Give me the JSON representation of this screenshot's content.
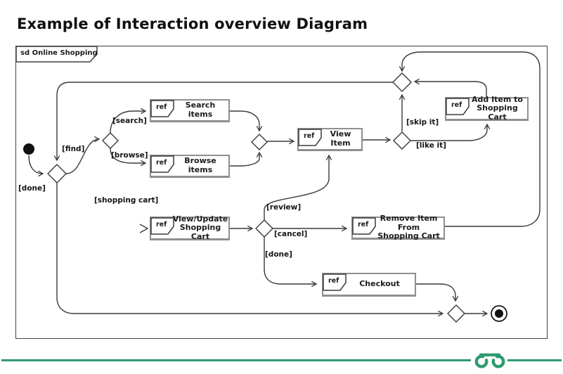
{
  "page": {
    "title": "Example of Interaction overview Diagram"
  },
  "frame": {
    "label": "sd Online Shopping"
  },
  "diagram": {
    "ref_keyword": "ref",
    "activities": [
      {
        "id": "search-items",
        "label": "Search items"
      },
      {
        "id": "browse-items",
        "label": "Browse items"
      },
      {
        "id": "view-item",
        "label": "View Item"
      },
      {
        "id": "add-item-to-shopping-cart",
        "label": "Add Item to\nShopping Cart"
      },
      {
        "id": "view-update-shopping-cart",
        "label": "View/Update\nShopping Cart"
      },
      {
        "id": "remove-item-from-shopping-cart",
        "label": "Remove Item From\nShopping Cart"
      },
      {
        "id": "checkout",
        "label": "Checkout"
      }
    ],
    "guards": [
      {
        "id": "find",
        "text": "[find]"
      },
      {
        "id": "search",
        "text": "[search]"
      },
      {
        "id": "browse",
        "text": "[browse]"
      },
      {
        "id": "done-left",
        "text": "[done]"
      },
      {
        "id": "shopping-cart",
        "text": "[shopping cart]"
      },
      {
        "id": "review",
        "text": "[review]"
      },
      {
        "id": "cancel",
        "text": "[cancel]"
      },
      {
        "id": "done-middle",
        "text": "[done]"
      },
      {
        "id": "skip-it",
        "text": "[skip it]"
      },
      {
        "id": "like-it",
        "text": "[like it]"
      }
    ],
    "nodes": {
      "initial": "initial-node",
      "final": "activity-final-node"
    }
  },
  "branding": {
    "logo": "geeksforgeeks-logo",
    "accent_green": "#2e9b70"
  },
  "colors": {
    "line": "#3a3a3a",
    "box_border": "#8f8f8f",
    "text": "#1a1a1a"
  }
}
